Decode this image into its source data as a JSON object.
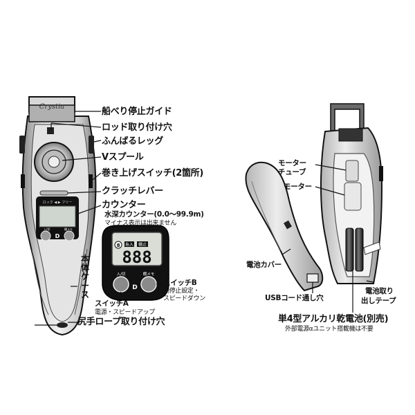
{
  "brand": "Crystia",
  "lcd": {
    "top_text": "ロック ◀ ▶ フリー",
    "tag1": "糸入",
    "tag2": "棚止",
    "digits": "888",
    "circle": "8"
  },
  "left_device_buttons": {
    "btn_a": "入/切",
    "btn_b": "棚メモ"
  },
  "zoom_buttons": {
    "btn_a": "入/切",
    "btn_b": "棚メモ"
  },
  "callouts": {
    "guide": "船べり停止ガイド",
    "rod_hole": "ロッド取り付け穴",
    "leg": "ふんばるレッグ",
    "v_spool": "Vスプール",
    "winding_switch": "巻き上げスイッチ(2箇所)",
    "clutch": "クラッチレバー",
    "counter": "カウンター",
    "depth_counter": "水深カウンター(0.0〜99.9m)",
    "minus_note": "マイナス表示は出来ません",
    "body_case": "本体ケース",
    "switch_b_title": "スイッチB",
    "switch_b_desc1": "棚停止設定・",
    "switch_b_desc2": "スピードダウン",
    "switch_a_title": "スイッチA",
    "switch_a_desc": "電源・スピードアップ",
    "lanyard": "尻手ロープ取り付け穴",
    "motor_tube1": "モーター",
    "motor_tube2": "チューブ",
    "motor": "モーター",
    "battery_cover": "電池カバー",
    "usb_hole": "USBコード通し穴",
    "battery_tape1": "電池取り",
    "battery_tape2": "出しテープ",
    "battery": "単4型アルカリ乾電池(別売)",
    "battery_note": "外部電源αユニット搭載機は不要"
  }
}
